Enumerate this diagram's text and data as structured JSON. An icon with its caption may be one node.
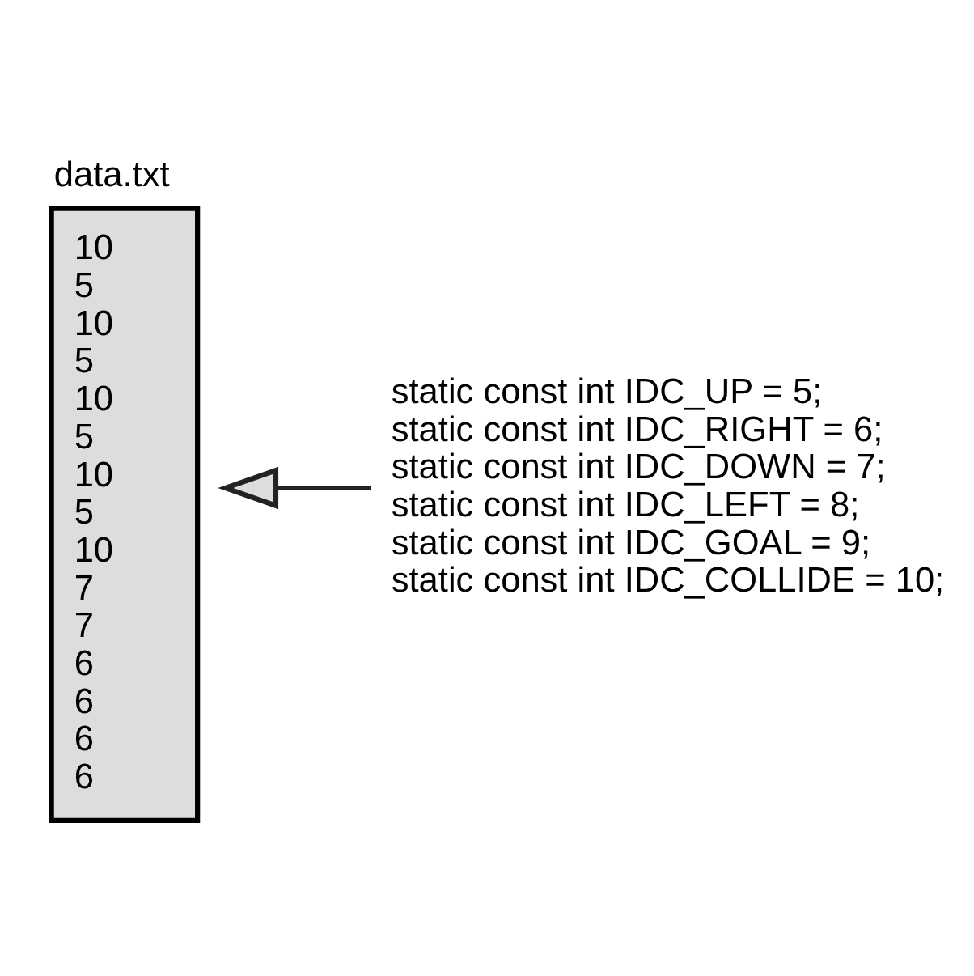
{
  "diagram": {
    "nodes": [
      {
        "text": [
          "data.txt",
          "10",
          "5",
          "10",
          "5",
          "10",
          "5",
          "10",
          "5",
          "10",
          "7",
          "7",
          "6",
          "6",
          "6",
          "6"
        ]
      },
      {
        "text": [
          "static const int IDC_UP = 5;",
          "static const int IDC_RIGHT = 6;",
          "static const int IDC_DOWN = 7;",
          "static const int IDC_LEFT = 8;",
          "static const int IDC_GOAL = 9;",
          "static const int IDC_COLLIDE = 10;"
        ]
      }
    ],
    "edges": [
      {
        "from": 1,
        "to": 0,
        "arrow": "to"
      }
    ]
  }
}
